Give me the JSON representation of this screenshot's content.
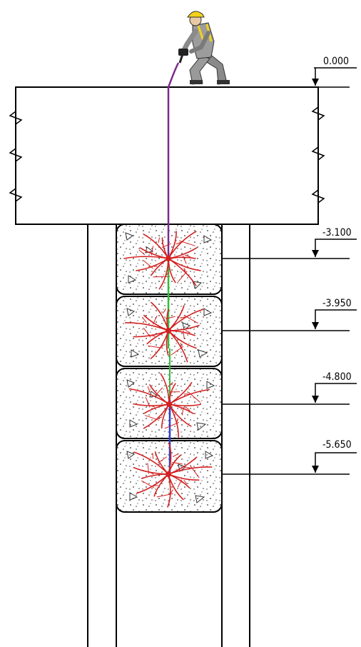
{
  "diagram": {
    "surface_level": "0.000",
    "stages": [
      {
        "level": "-3.100"
      },
      {
        "level": "-3.950"
      },
      {
        "level": "-4.800"
      },
      {
        "level": "-5.650"
      }
    ]
  },
  "colors": {
    "line": "#000000",
    "injection_pipe_upper": "#7a2a8c",
    "injection_pipe_green": "#2fbf3a",
    "injection_pipe_blue": "#2b3fd0",
    "fracture_veins": "#d42020",
    "concrete_dots": "#333333",
    "worker_helmet": "#f2d21b"
  }
}
